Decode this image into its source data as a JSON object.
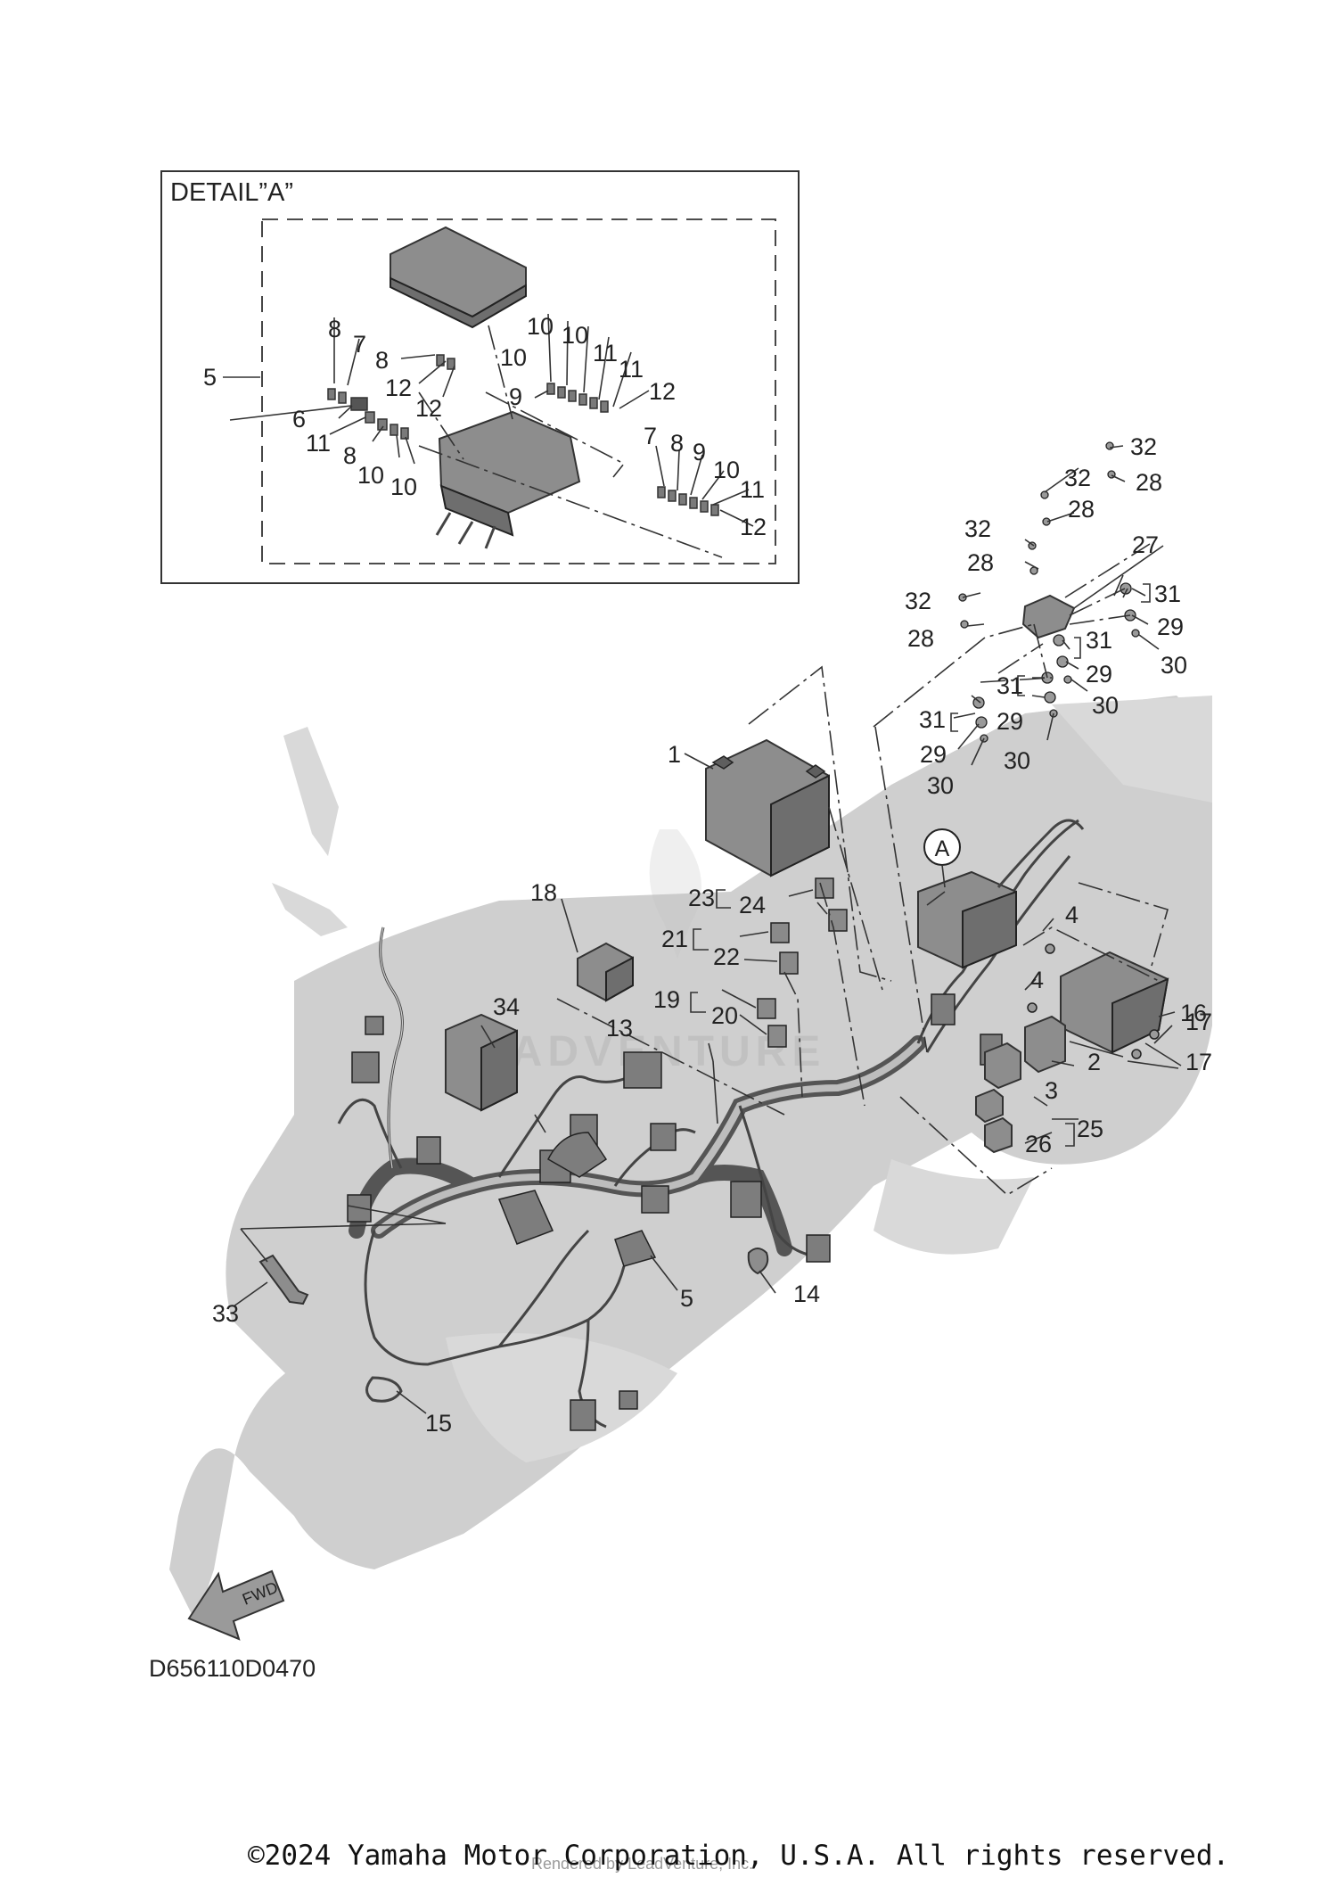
{
  "detail": {
    "title": "DETAIL”A”",
    "labels": [
      {
        "id": "d-5",
        "text": "5"
      },
      {
        "id": "d-6",
        "text": "6"
      },
      {
        "id": "d-7a",
        "text": "7"
      },
      {
        "id": "d-8a",
        "text": "8"
      },
      {
        "id": "d-8b",
        "text": "8"
      },
      {
        "id": "d-8c",
        "text": "8"
      },
      {
        "id": "d-11a",
        "text": "11"
      },
      {
        "id": "d-12a",
        "text": "12"
      },
      {
        "id": "d-12b",
        "text": "12"
      },
      {
        "id": "d-10a",
        "text": "10"
      },
      {
        "id": "d-10b",
        "text": "10"
      },
      {
        "id": "d-10c",
        "text": "10"
      },
      {
        "id": "d-10d",
        "text": "10"
      },
      {
        "id": "d-10e",
        "text": "10"
      },
      {
        "id": "d-9a",
        "text": "9"
      },
      {
        "id": "d-11b",
        "text": "11"
      },
      {
        "id": "d-11c",
        "text": "11"
      },
      {
        "id": "d-12c",
        "text": "12"
      },
      {
        "id": "d-7b",
        "text": "7"
      },
      {
        "id": "d-8d",
        "text": "8"
      },
      {
        "id": "d-9b",
        "text": "9"
      },
      {
        "id": "d-10f",
        "text": "10"
      },
      {
        "id": "d-11d",
        "text": "11"
      },
      {
        "id": "d-12d",
        "text": "12"
      }
    ]
  },
  "callouts": [
    {
      "id": "c-1",
      "text": "1"
    },
    {
      "id": "c-2",
      "text": "2"
    },
    {
      "id": "c-3",
      "text": "3"
    },
    {
      "id": "c-4a",
      "text": "4"
    },
    {
      "id": "c-4b",
      "text": "4"
    },
    {
      "id": "c-5",
      "text": "5"
    },
    {
      "id": "c-13",
      "text": "13"
    },
    {
      "id": "c-14",
      "text": "14"
    },
    {
      "id": "c-15",
      "text": "15"
    },
    {
      "id": "c-16",
      "text": "16"
    },
    {
      "id": "c-17a",
      "text": "17"
    },
    {
      "id": "c-17b",
      "text": "17"
    },
    {
      "id": "c-18",
      "text": "18"
    },
    {
      "id": "c-19",
      "text": "19"
    },
    {
      "id": "c-20",
      "text": "20"
    },
    {
      "id": "c-21",
      "text": "21"
    },
    {
      "id": "c-22",
      "text": "22"
    },
    {
      "id": "c-23",
      "text": "23"
    },
    {
      "id": "c-24",
      "text": "24"
    },
    {
      "id": "c-25",
      "text": "25"
    },
    {
      "id": "c-26",
      "text": "26"
    },
    {
      "id": "c-27",
      "text": "27"
    },
    {
      "id": "c-28a",
      "text": "28"
    },
    {
      "id": "c-28b",
      "text": "28"
    },
    {
      "id": "c-28c",
      "text": "28"
    },
    {
      "id": "c-28d",
      "text": "28"
    },
    {
      "id": "c-29a",
      "text": "29"
    },
    {
      "id": "c-29b",
      "text": "29"
    },
    {
      "id": "c-29c",
      "text": "29"
    },
    {
      "id": "c-29d",
      "text": "29"
    },
    {
      "id": "c-30a",
      "text": "30"
    },
    {
      "id": "c-30b",
      "text": "30"
    },
    {
      "id": "c-30c",
      "text": "30"
    },
    {
      "id": "c-30d",
      "text": "30"
    },
    {
      "id": "c-31a",
      "text": "31"
    },
    {
      "id": "c-31b",
      "text": "31"
    },
    {
      "id": "c-31c",
      "text": "31"
    },
    {
      "id": "c-31d",
      "text": "31"
    },
    {
      "id": "c-32a",
      "text": "32"
    },
    {
      "id": "c-32b",
      "text": "32"
    },
    {
      "id": "c-32c",
      "text": "32"
    },
    {
      "id": "c-32d",
      "text": "32"
    },
    {
      "id": "c-33",
      "text": "33"
    },
    {
      "id": "c-34",
      "text": "34"
    }
  ],
  "detail_marker": "A",
  "fwd_arrow": "FWD",
  "drawing_code": "D656110D0470",
  "copyright": "©2024 Yamaha Motor Corporation, U.S.A. All rights reserved.",
  "watermark": {
    "brand": "ADVENTURE",
    "credit": "Rendered by LeadVenture, Inc."
  },
  "colors": {
    "line": "#333333",
    "part_fill": "#8d8d8d",
    "ghost_vehicle": "#d9d9d9"
  }
}
